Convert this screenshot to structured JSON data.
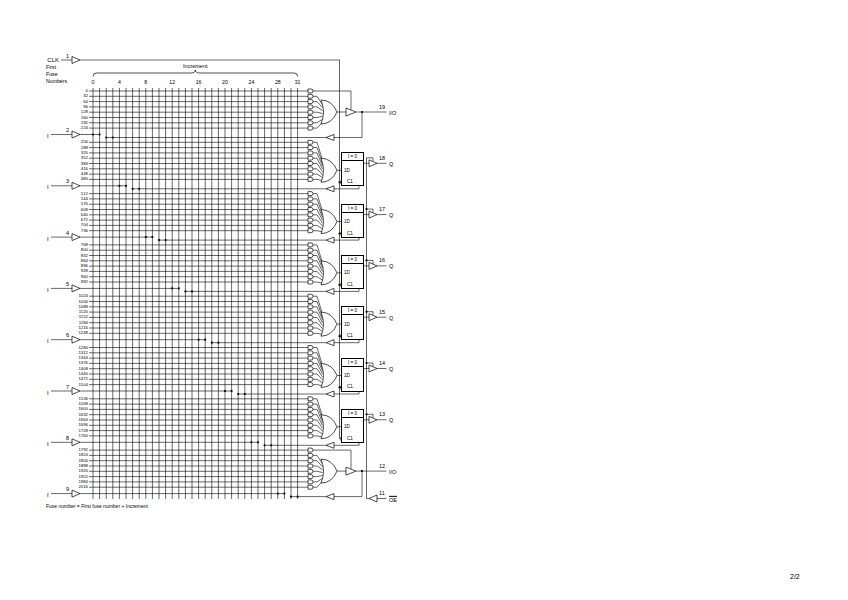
{
  "diagram": {
    "nodes": [
      {
        "text": [
          "I = 0",
          "1D",
          "C1"
        ]
      },
      {
        "text": [
          "I = 0",
          "1D",
          "C1"
        ]
      },
      {
        "text": [
          "I = 0",
          "1D",
          "C1"
        ]
      },
      {
        "text": [
          "I = 0",
          "1D",
          "C1"
        ]
      },
      {
        "text": [
          "I = 0",
          "1D",
          "C1"
        ]
      },
      {
        "text": [
          "I = 0",
          "1D",
          "C1"
        ]
      }
    ],
    "labels": [
      "CLK",
      "1",
      "Increment",
      "First Fuse Numbers",
      "0",
      "4",
      "8",
      "12",
      "16",
      "20",
      "24",
      "28",
      "31",
      "0",
      "32",
      "64",
      "96",
      "128",
      "160",
      "192",
      "224",
      "256",
      "288",
      "320",
      "352",
      "384",
      "416",
      "448",
      "480",
      "512",
      "544",
      "576",
      "608",
      "640",
      "672",
      "704",
      "736",
      "768",
      "800",
      "832",
      "864",
      "896",
      "928",
      "960",
      "992",
      "1024",
      "1056",
      "1088",
      "1120",
      "1152",
      "1184",
      "1216",
      "1248",
      "1280",
      "1312",
      "1344",
      "1376",
      "1408",
      "1440",
      "1472",
      "1504",
      "1536",
      "1568",
      "1600",
      "1632",
      "1664",
      "1696",
      "1728",
      "1760",
      "1792",
      "1824",
      "1856",
      "1888",
      "1920",
      "1952",
      "1984",
      "2016",
      "I",
      "2",
      "I",
      "3",
      "I",
      "4",
      "I",
      "5",
      "I",
      "6",
      "I",
      "7",
      "I",
      "8",
      "I",
      "9",
      "19",
      "I/O",
      "18",
      "Q",
      "17",
      "Q",
      "16",
      "Q",
      "15",
      "Q",
      "14",
      "Q",
      "13",
      "Q",
      "12",
      "I/O",
      "11",
      "OE",
      "Fuse number = First fuse number + Increment",
      "2/2"
    ]
  }
}
